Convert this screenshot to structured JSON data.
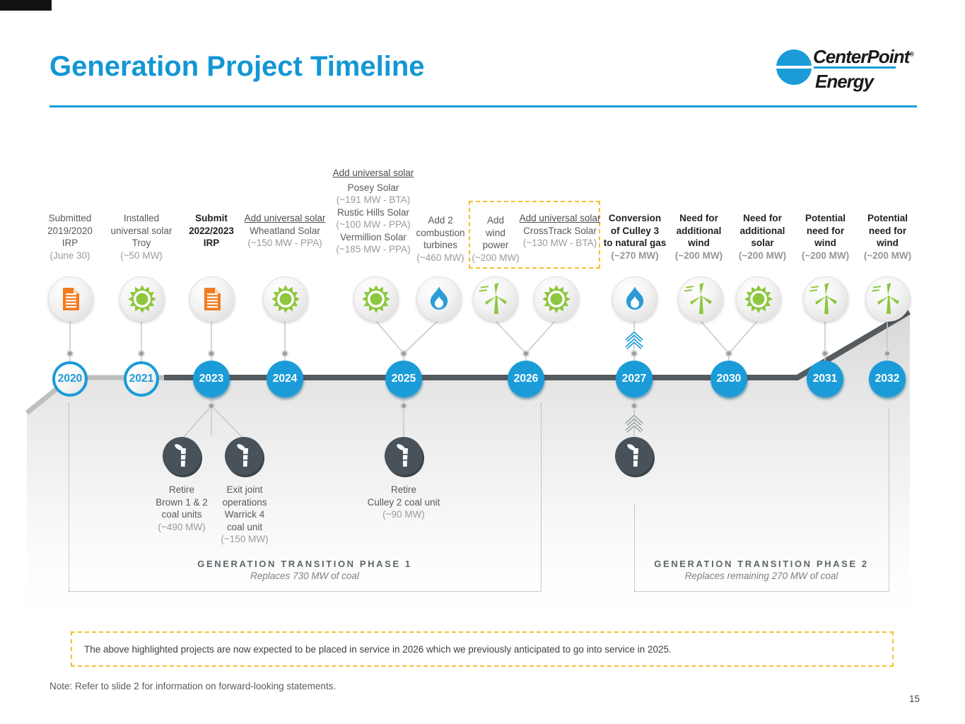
{
  "slide": {
    "title": "Generation Project Timeline",
    "page_number": "15",
    "footnote": "Note: Refer to slide 2 for information on forward-looking statements.",
    "highlight_note": "The above highlighted projects are now expected to be placed in service in 2026 which we previously anticipated to go into service in 2025."
  },
  "logo": {
    "line1": "CenterPoint",
    "registered": "®",
    "line2": "Energy"
  },
  "colors": {
    "accent_blue": "#1b9cd8",
    "solar_green": "#8dc63f",
    "document_orange": "#f47b20",
    "coal_slate": "#47525a",
    "highlight_yellow": "#f2c12e",
    "road_dark": "#555b5f",
    "road_light": "#bfbfbf"
  },
  "years": [
    "2020",
    "2021",
    "2023",
    "2024",
    "2025",
    "2026",
    "2027",
    "2030",
    "2031",
    "2032"
  ],
  "timeline_icons": [
    {
      "year": "2020",
      "above": [
        "irp-document"
      ]
    },
    {
      "year": "2021",
      "above": [
        "solar-sun"
      ]
    },
    {
      "year": "2023",
      "above": [
        "irp-document"
      ],
      "below": [
        "coal-stack",
        "coal-stack"
      ]
    },
    {
      "year": "2024",
      "above": [
        "solar-sun"
      ]
    },
    {
      "year": "2025",
      "above": [
        "solar-sun",
        "gas-flame"
      ],
      "below": [
        "coal-stack"
      ]
    },
    {
      "year": "2026",
      "above": [
        "wind-turbine",
        "solar-sun"
      ]
    },
    {
      "year": "2027",
      "above": [
        "gas-flame",
        "blue-up-chevrons"
      ],
      "below": [
        "gray-up-chevrons",
        "coal-stack"
      ]
    },
    {
      "year": "2030",
      "above": [
        "wind-turbine",
        "solar-sun"
      ]
    },
    {
      "year": "2031",
      "above": [
        "wind-turbine"
      ]
    },
    {
      "year": "2032",
      "above": [
        "wind-turbine"
      ]
    }
  ],
  "top_labels": {
    "a": {
      "main": "Submitted\n2019/2020\nIRP",
      "sub": "(June 30)"
    },
    "b": {
      "main": "Installed\nuniversal solar\nTroy",
      "sub": "(~50 MW)"
    },
    "c": {
      "main": "Submit\n2022/2023\nIRP"
    },
    "d": {
      "head": "Add universal solar",
      "main": "Wheatland Solar",
      "sub": "(~150 MW - PPA)"
    },
    "e": {
      "head": "Add universal solar",
      "p1": "Posey Solar",
      "p1mw": "(~191 MW - BTA)",
      "p2": "Rustic Hills Solar",
      "p2mw": "(~100 MW - PPA)",
      "p3": "Vermillion Solar",
      "p3mw": "(~185 MW - PPA)"
    },
    "f": {
      "main": "Add 2\ncombustion\nturbines",
      "sub": "(~460 MW)"
    },
    "g1": {
      "main": "Add\nwind\npower",
      "sub": "(~200 MW)"
    },
    "g2": {
      "head": "Add universal solar",
      "main": "CrossTrack Solar",
      "sub": "(~130 MW - BTA)"
    },
    "h": {
      "main": "Conversion\nof Culley 3\nto natural gas",
      "sub": "(~270 MW)"
    },
    "i": {
      "main": "Need for\nadditional\nwind",
      "sub": "(~200 MW)"
    },
    "j": {
      "main": "Need for\nadditional\nsolar",
      "sub": "(~200 MW)"
    },
    "k": {
      "main": "Potential\nneed for\nwind",
      "sub": "(~200 MW)"
    },
    "l": {
      "main": "Potential\nneed for\nwind",
      "sub": "(~200 MW)"
    }
  },
  "bottom_labels": {
    "b1": {
      "main": "Retire\nBrown 1 & 2\ncoal units",
      "sub": "(~490 MW)"
    },
    "b2": {
      "main": "Exit joint\noperations\nWarrick 4\ncoal unit",
      "sub": "(~150 MW)"
    },
    "b3": {
      "main": "Retire\nCulley 2 coal unit",
      "sub": "(~90 MW)"
    }
  },
  "phases": [
    {
      "title": "GENERATION TRANSITION PHASE 1",
      "subtitle": "Replaces 730 MW of coal"
    },
    {
      "title": "GENERATION TRANSITION PHASE 2",
      "subtitle": "Replaces remaining 270 MW of coal"
    }
  ]
}
